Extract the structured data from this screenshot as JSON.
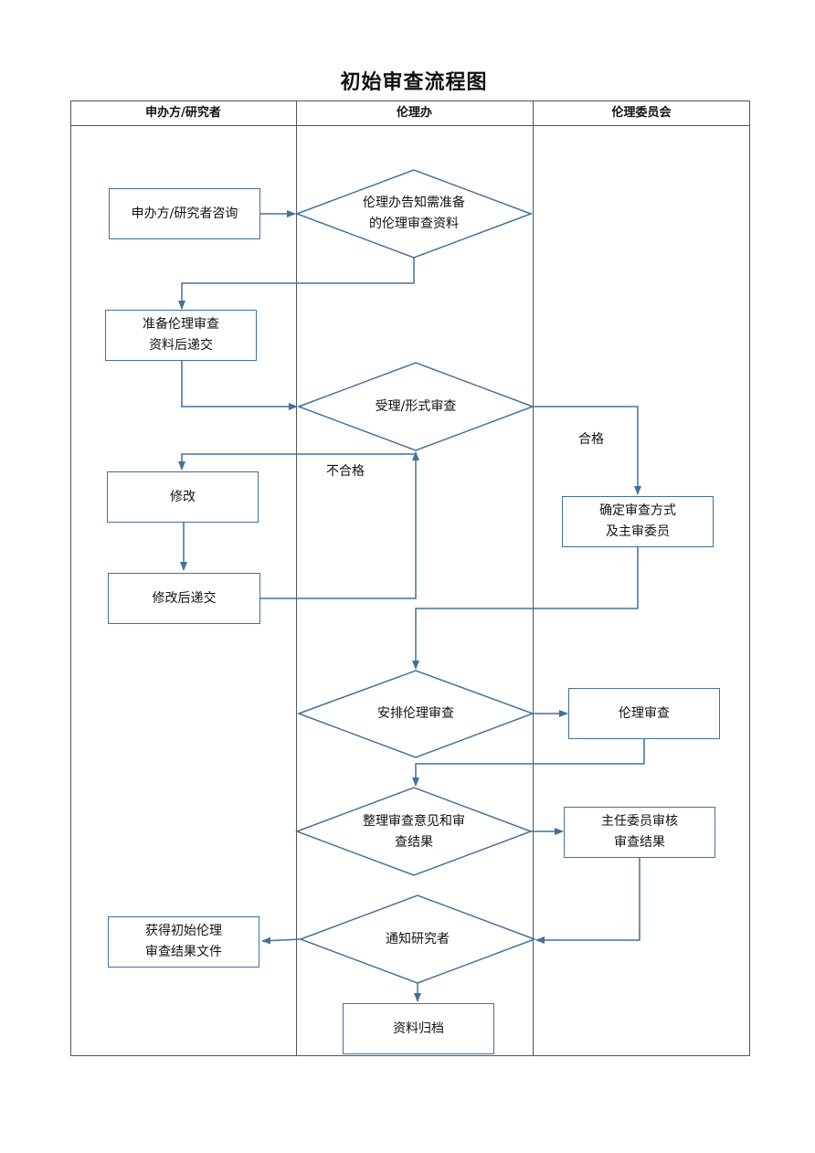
{
  "title": "初始审查流程图",
  "lanes": [
    "申办方/研究者",
    "伦理办",
    "伦理委员会"
  ],
  "nodes": {
    "consult": "申办方/研究者咨询",
    "inform": "伦理办告知需准备\n的伦理审查资料",
    "prepare": "准备伦理审查\n资料后递交",
    "formal_review": "受理/形式审查",
    "modify": "修改",
    "resubmit": "修改后递交",
    "determine": "确定审查方式\n及主审委员",
    "arrange": "安排伦理审查",
    "ethics_review": "伦理审查",
    "compile": "整理审查意见和审\n查结果",
    "chair_review": "主任委员审核\n审查结果",
    "notify": "通知研究者",
    "obtain": "获得初始伦理\n审查结果文件",
    "archive": "资料归档"
  },
  "edge_labels": {
    "pass": "合格",
    "fail": "不合格"
  },
  "colors": {
    "stroke": "#41719c",
    "border": "#555555"
  }
}
